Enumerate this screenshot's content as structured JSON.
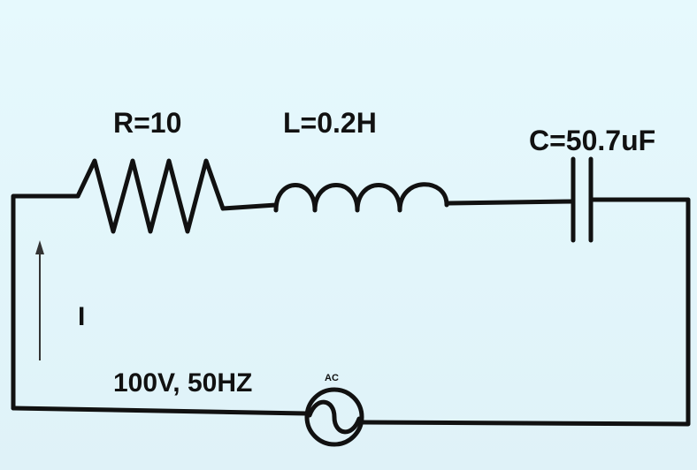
{
  "components": {
    "resistor": {
      "label": "R=10"
    },
    "inductor": {
      "label": "L=0.2H"
    },
    "capacitor": {
      "label": "C=50.7uF"
    },
    "source": {
      "label": "100V, 50HZ",
      "type_label": "AC"
    },
    "current": {
      "label": "I"
    }
  },
  "colors": {
    "wire": "#111111",
    "background": "#e4f7fb"
  }
}
